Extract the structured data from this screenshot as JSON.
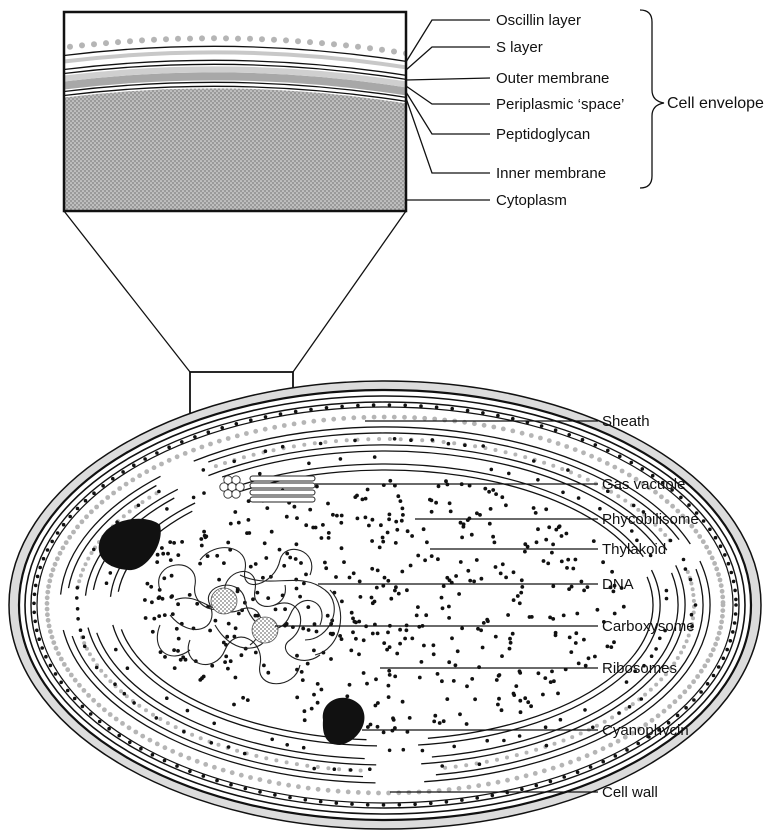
{
  "envelope_labels": [
    {
      "id": "oscillin-layer",
      "text": "Oscillin layer"
    },
    {
      "id": "s-layer",
      "text": "S layer"
    },
    {
      "id": "outer-membrane",
      "text": "Outer membrane"
    },
    {
      "id": "periplasmic-space",
      "text": "Periplasmic ‘space’"
    },
    {
      "id": "peptidoglycan",
      "text": "Peptidoglycan"
    },
    {
      "id": "inner-membrane",
      "text": "Inner membrane"
    },
    {
      "id": "cytoplasm",
      "text": "Cytoplasm"
    }
  ],
  "envelope_group_label": "Cell envelope",
  "cell_labels": [
    {
      "id": "sheath",
      "text": "Sheath"
    },
    {
      "id": "gas-vacuole",
      "text": "Gas vacuole"
    },
    {
      "id": "phycobilisome",
      "text": "Phycobilisome"
    },
    {
      "id": "thylakoid",
      "text": "Thylakoid"
    },
    {
      "id": "dna",
      "text": "DNA"
    },
    {
      "id": "carboxysome",
      "text": "Carboxysome"
    },
    {
      "id": "ribosomes",
      "text": "Ribosomes"
    },
    {
      "id": "cyanophycin",
      "text": "Cyanophycin"
    },
    {
      "id": "cell-wall",
      "text": "Cell wall"
    }
  ],
  "colors": {
    "ink": "#111111",
    "sheath": "#dcdcdc",
    "membrane_gray": "#a8a8a8",
    "phycobilisome_dots": "#b5b5b5",
    "cytoplasm_fill": "#8f8f8f"
  }
}
